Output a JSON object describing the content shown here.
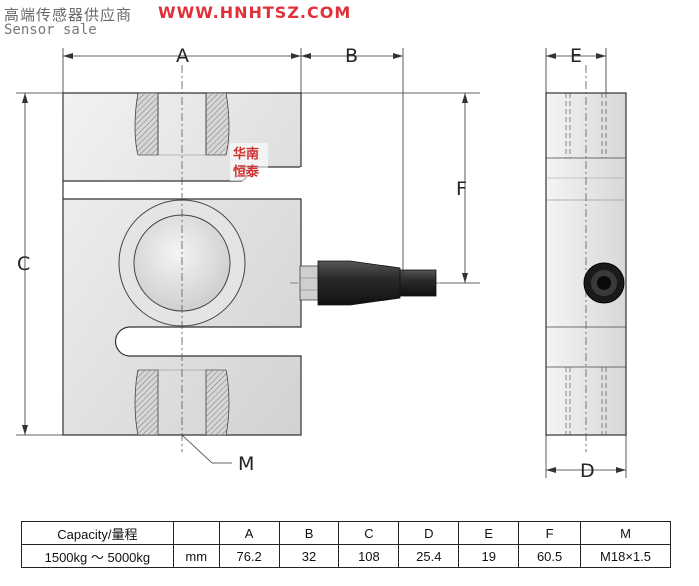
{
  "header": {
    "cn_text": "高端传感器供应商",
    "url": "WWW.HNHTSZ.COM",
    "en_text": "Sensor sale"
  },
  "drawing": {
    "dim_labels": {
      "A": "A",
      "B": "B",
      "C": "C",
      "D": "D",
      "E": "E",
      "F": "F",
      "M": "M"
    },
    "brand_line1": "华南",
    "brand_line2": "恒泰"
  },
  "spec_table": {
    "header": [
      "Capacity/量程",
      "",
      "A",
      "B",
      "C",
      "D",
      "E",
      "F",
      "M"
    ],
    "row": [
      "1500kg ～ 5000kg",
      "mm",
      "76.2",
      "32",
      "108",
      "25.4",
      "19",
      "60.5",
      "M18×1.5"
    ]
  },
  "colors": {
    "accent": "#e0303a",
    "brand": "#d03030",
    "body_fill": "#e2e2e2",
    "line": "#333333"
  }
}
